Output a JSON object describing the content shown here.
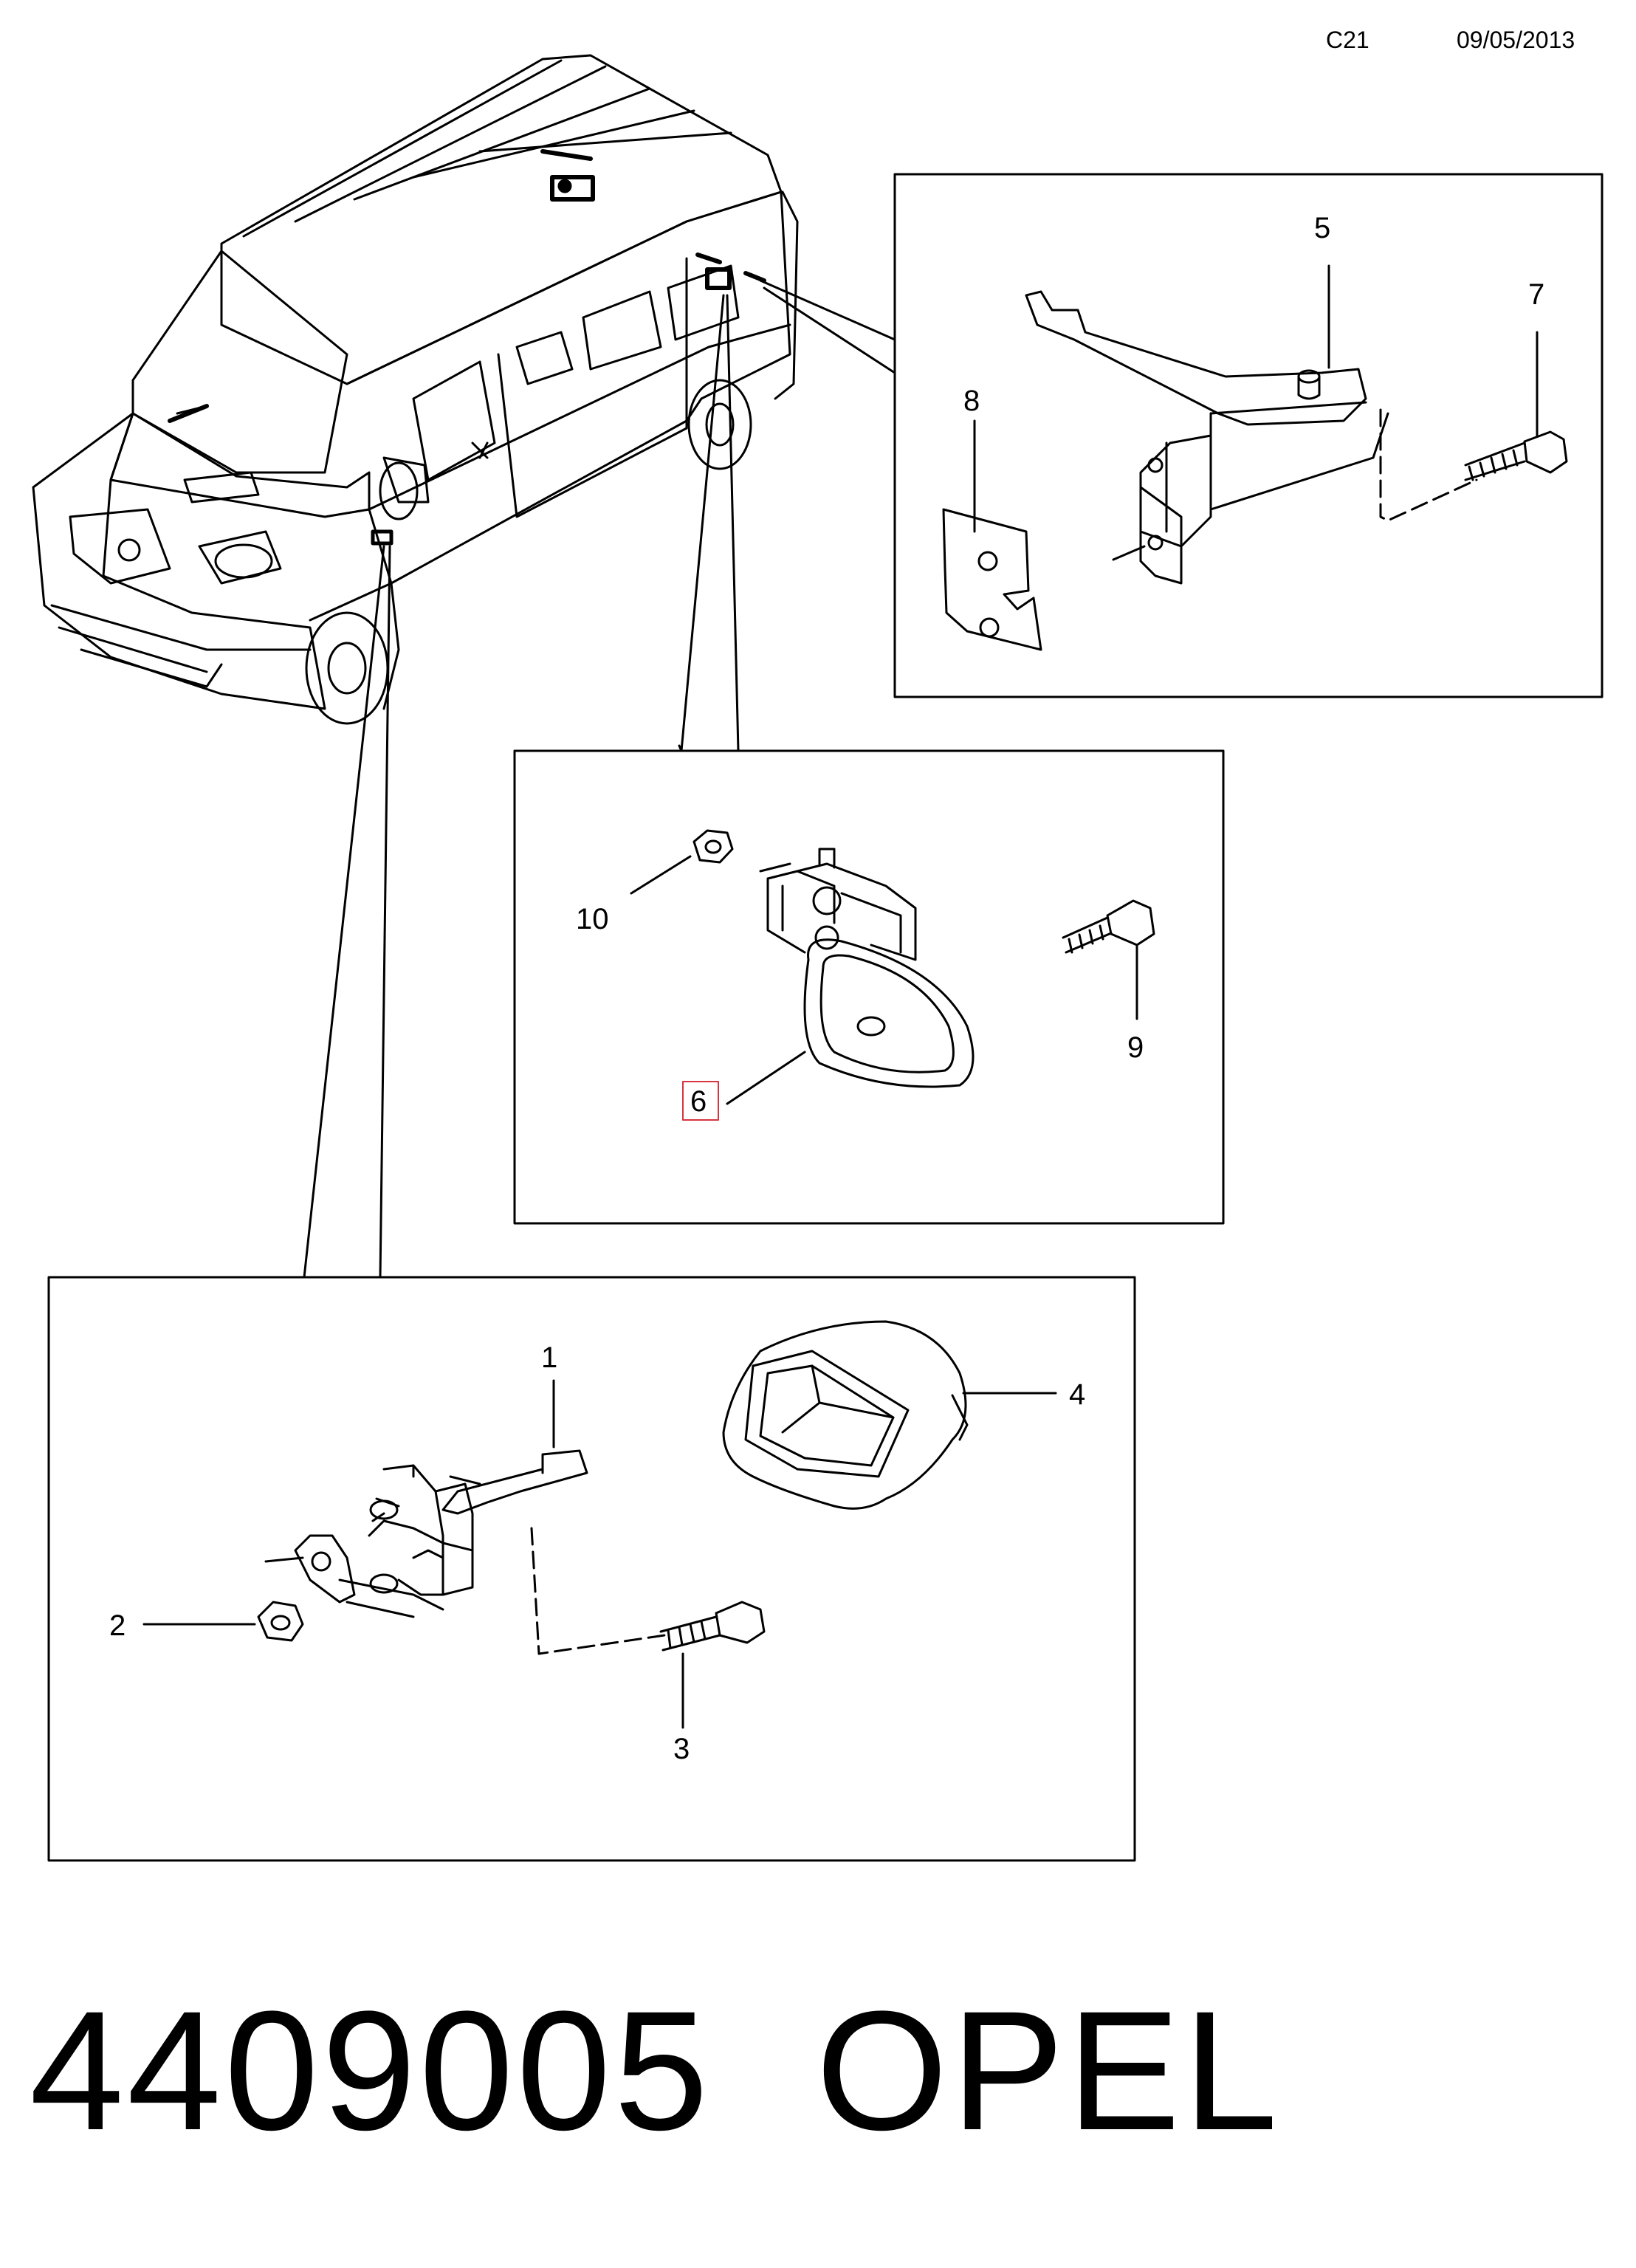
{
  "header": {
    "code": "C21",
    "date": "09/05/2013"
  },
  "callouts": {
    "c1": "1",
    "c2": "2",
    "c3": "3",
    "c4": "4",
    "c5": "5",
    "c6": "6",
    "c7": "7",
    "c8": "8",
    "c9": "9",
    "c10": "10"
  },
  "highlight_color": "#d9333f",
  "footer": {
    "part_number": "4409005",
    "brand": "OPEL"
  }
}
